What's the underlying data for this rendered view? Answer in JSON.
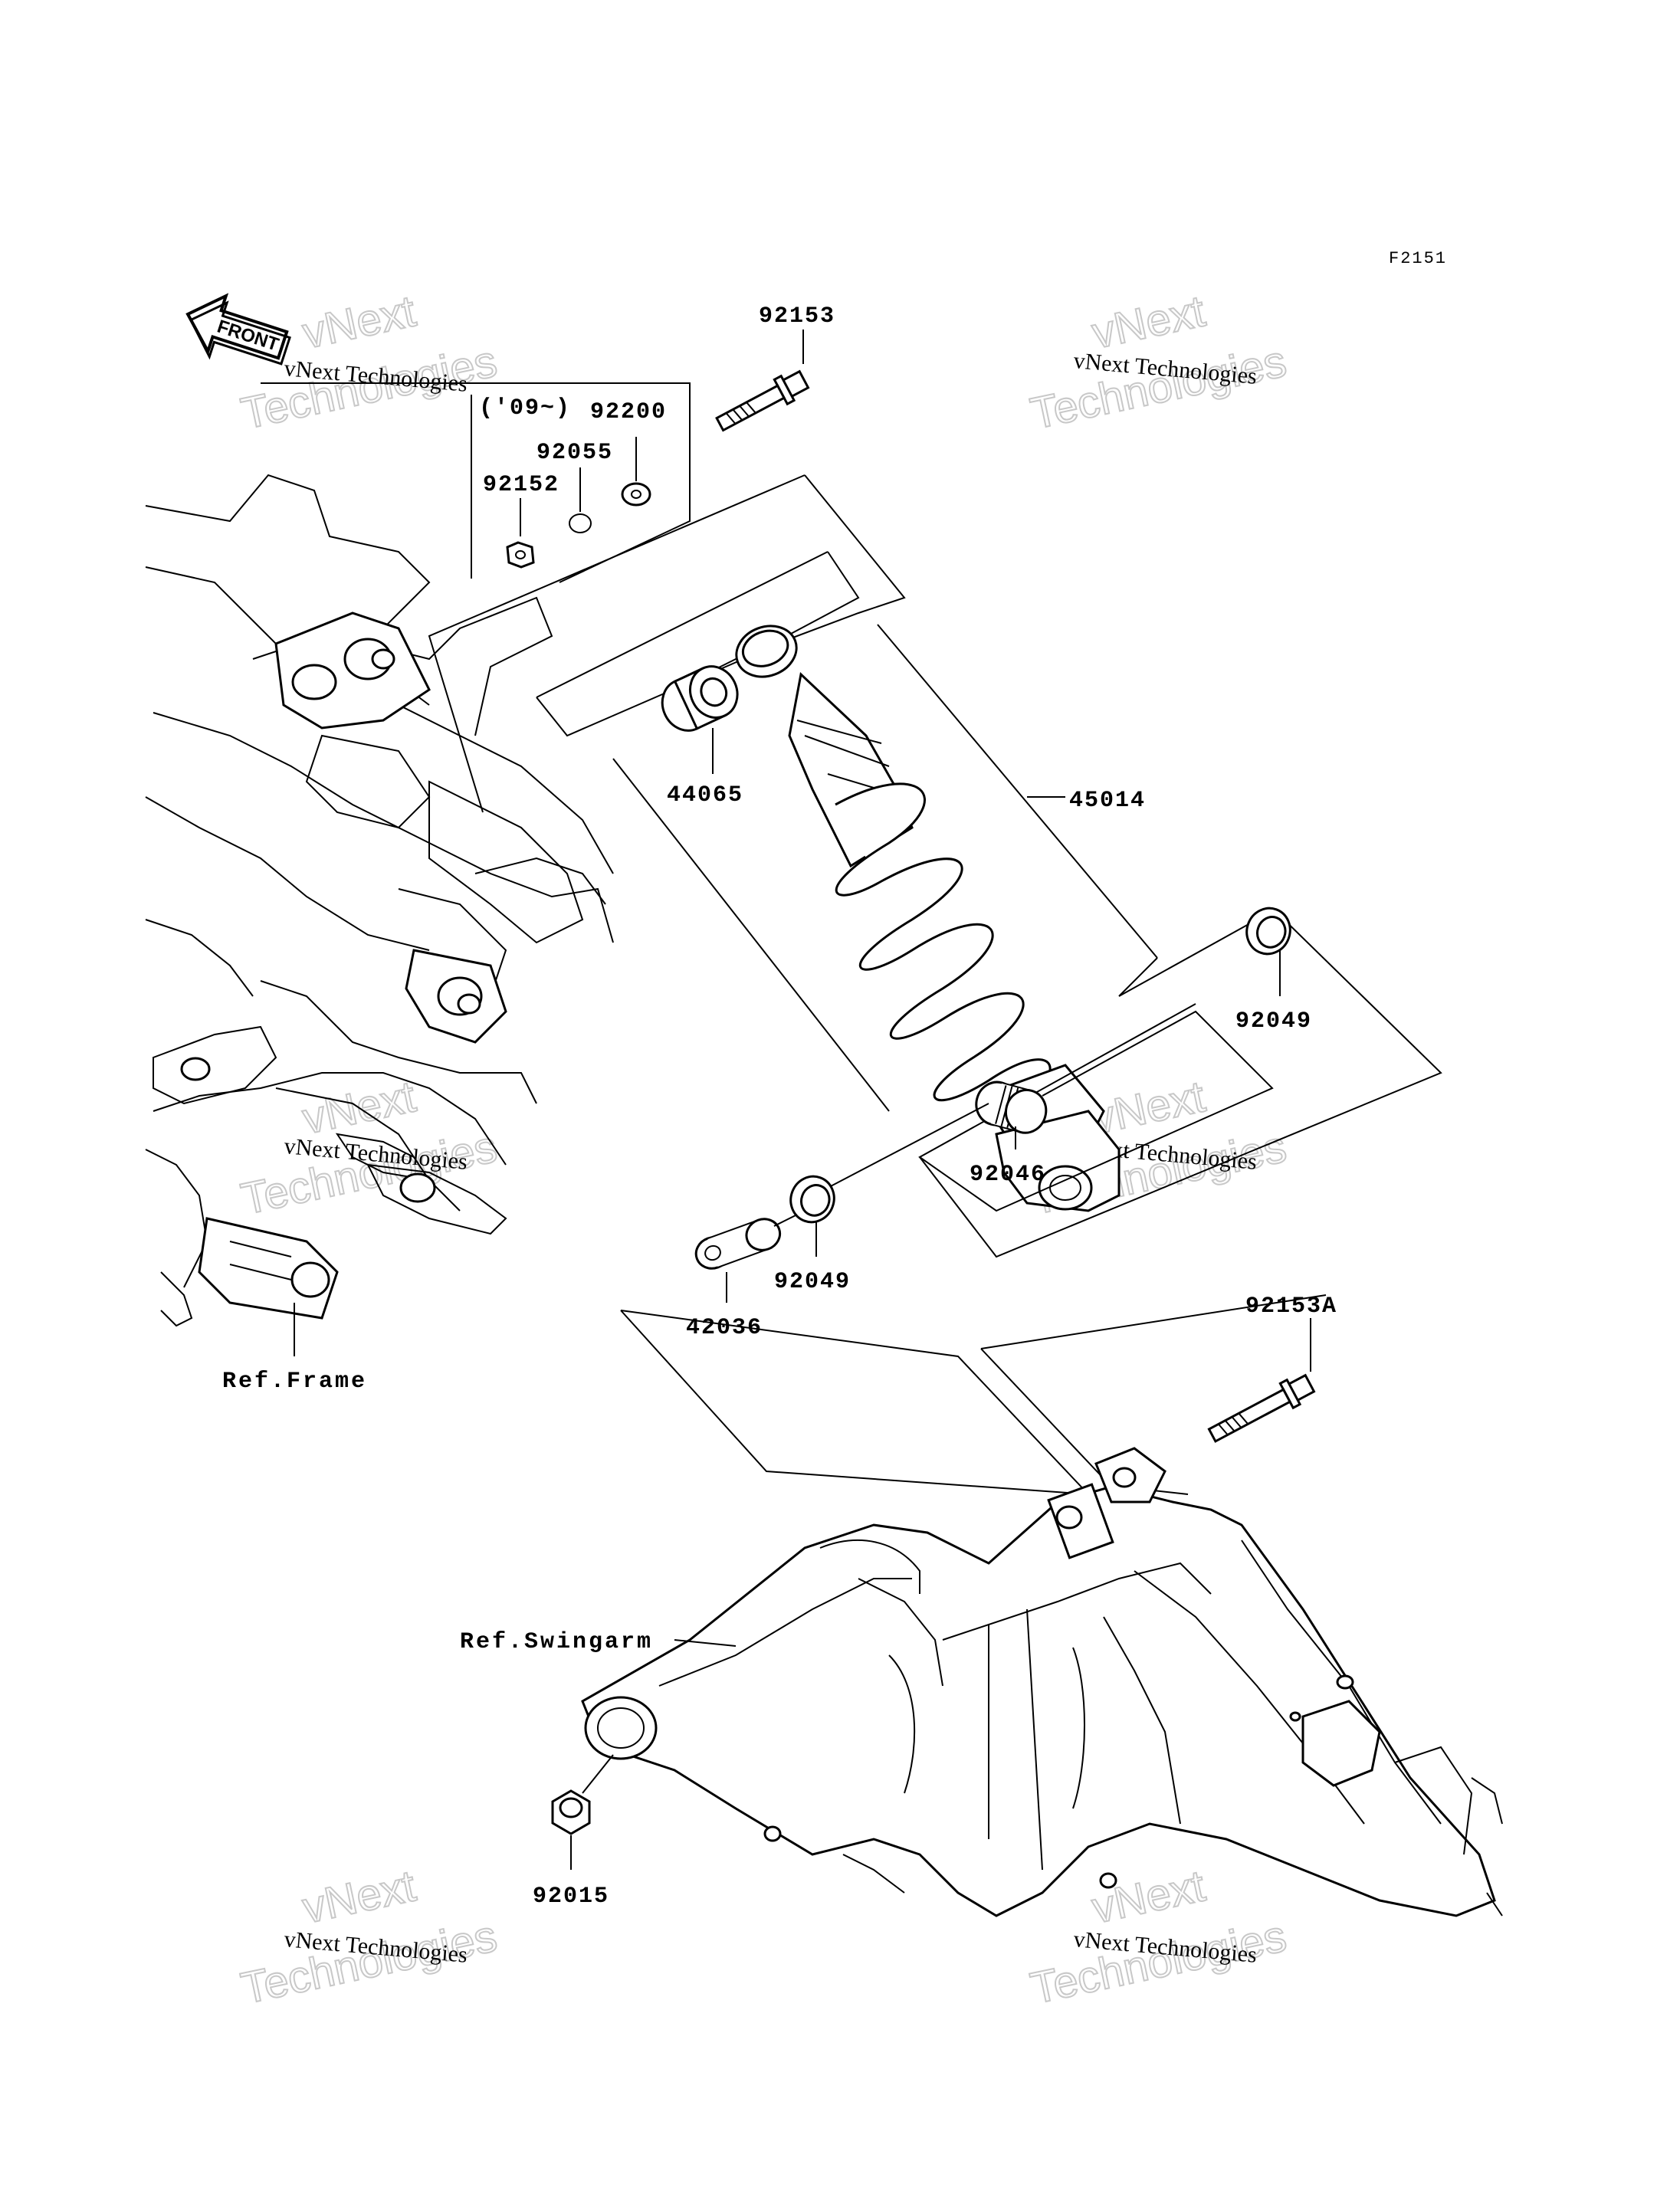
{
  "figure_code": "F2151",
  "front_label": "FRONT",
  "watermark": {
    "line1": "vNext Technologies",
    "line2": "vNext",
    "line3": "Technologies"
  },
  "refs": {
    "frame": "Ref.Frame",
    "swingarm": "Ref.Swingarm"
  },
  "year_note": "('09~)",
  "parts": {
    "p92153": "92153",
    "p92200": "92200",
    "p92055": "92055",
    "p92152": "92152",
    "p44065": "44065",
    "p45014": "45014",
    "p92049a": "92049",
    "p92046": "92046",
    "p92049b": "92049",
    "p42036": "42036",
    "p92153A": "92153A",
    "p92015": "92015"
  }
}
